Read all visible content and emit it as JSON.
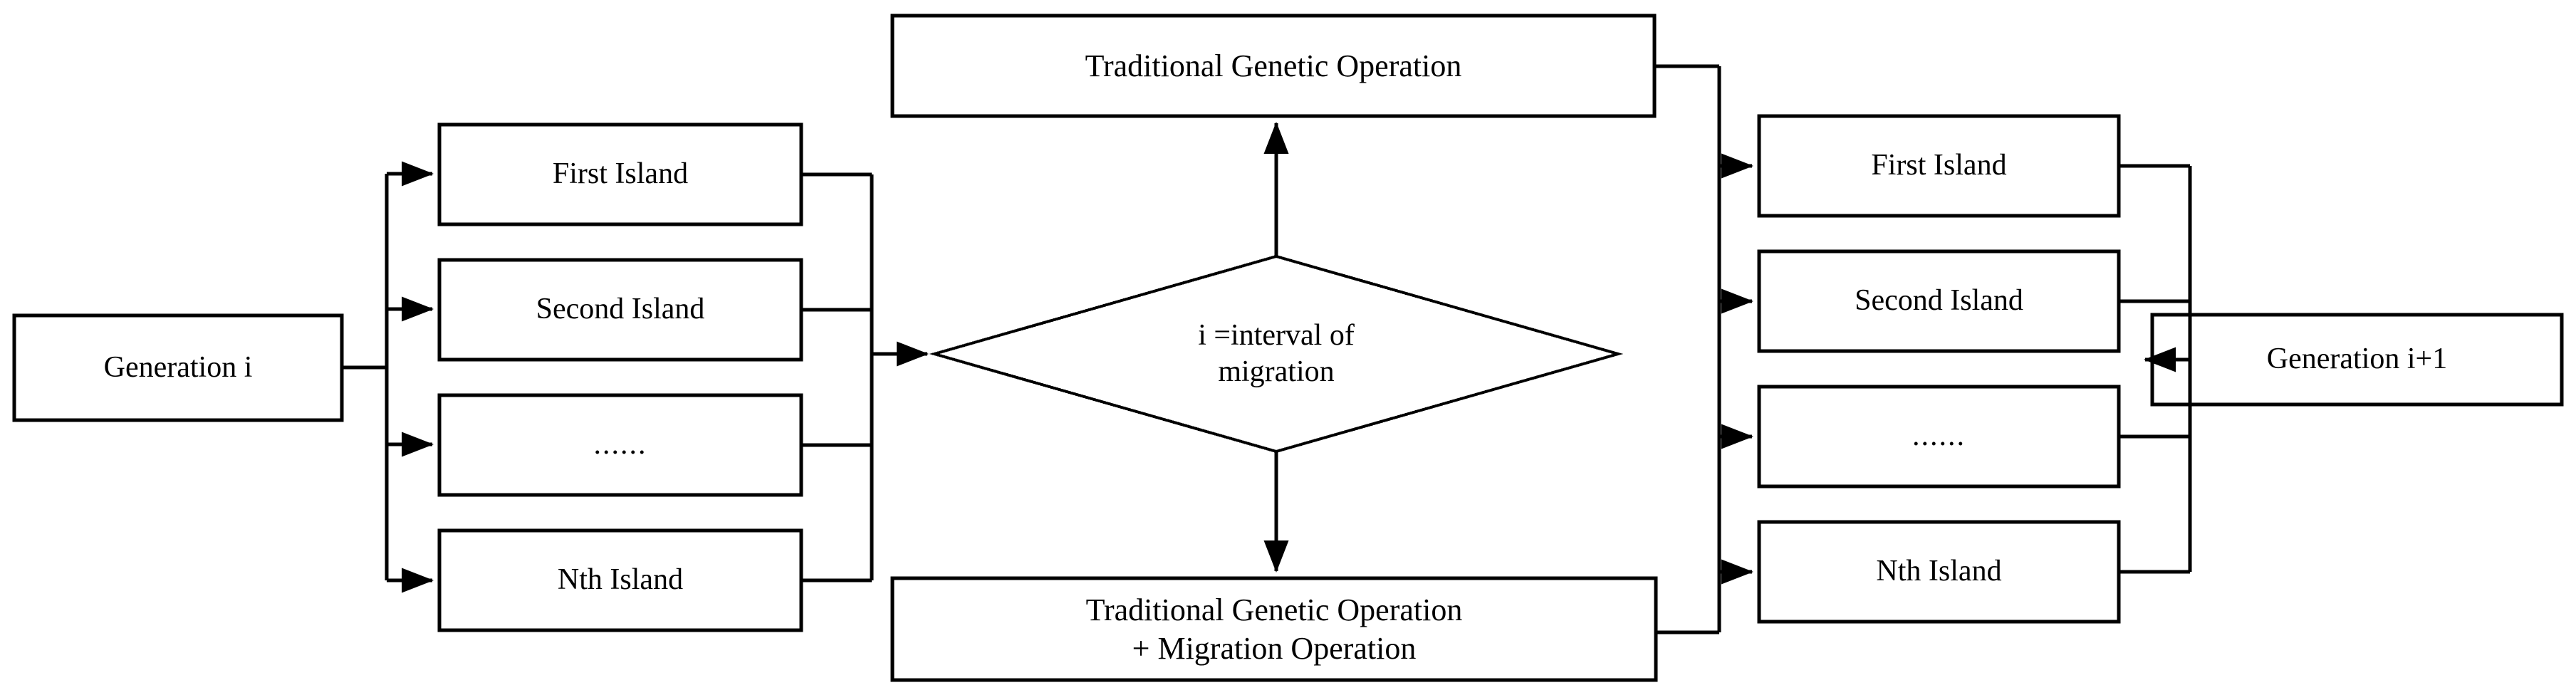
{
  "diagram": {
    "title": "Island model genetic algorithm generation cycle",
    "type": "flowchart",
    "stroke_color": "#000000",
    "fill_color": "#ffffff",
    "background": "#ffffff",
    "nodes": {
      "generation_in": {
        "label": "Generation i",
        "shape": "rectangle"
      },
      "left_islands": [
        {
          "label": "First Island",
          "shape": "rectangle"
        },
        {
          "label": "Second Island",
          "shape": "rectangle"
        },
        {
          "label": "......",
          "shape": "rectangle"
        },
        {
          "label": "Nth Island",
          "shape": "rectangle"
        }
      ],
      "decision": {
        "label": "i =interval of\nmigration",
        "shape": "diamond"
      },
      "op_no_migration": {
        "label": "Traditional Genetic Operation",
        "shape": "rectangle"
      },
      "op_with_migration": {
        "label": "Traditional Genetic Operation\n+ Migration Operation",
        "shape": "rectangle"
      },
      "right_islands": [
        {
          "label": "First Island",
          "shape": "rectangle"
        },
        {
          "label": "Second Island",
          "shape": "rectangle"
        },
        {
          "label": "......",
          "shape": "rectangle"
        },
        {
          "label": "Nth Island",
          "shape": "rectangle"
        }
      ],
      "generation_out": {
        "label": "Generation i+1",
        "shape": "rectangle"
      }
    },
    "edges": [
      {
        "from": "generation_in",
        "to": "left_islands",
        "arrow": true
      },
      {
        "from": "left_islands",
        "to": "decision",
        "arrow": true
      },
      {
        "from": "decision",
        "to": "op_no_migration",
        "arrow": true,
        "direction": "up"
      },
      {
        "from": "decision",
        "to": "op_with_migration",
        "arrow": true,
        "direction": "down"
      },
      {
        "from": "op_no_migration",
        "to": "right_islands",
        "arrow": true
      },
      {
        "from": "op_with_migration",
        "to": "right_islands",
        "arrow": true
      },
      {
        "from": "right_islands",
        "to": "generation_out",
        "arrow": true
      }
    ]
  }
}
